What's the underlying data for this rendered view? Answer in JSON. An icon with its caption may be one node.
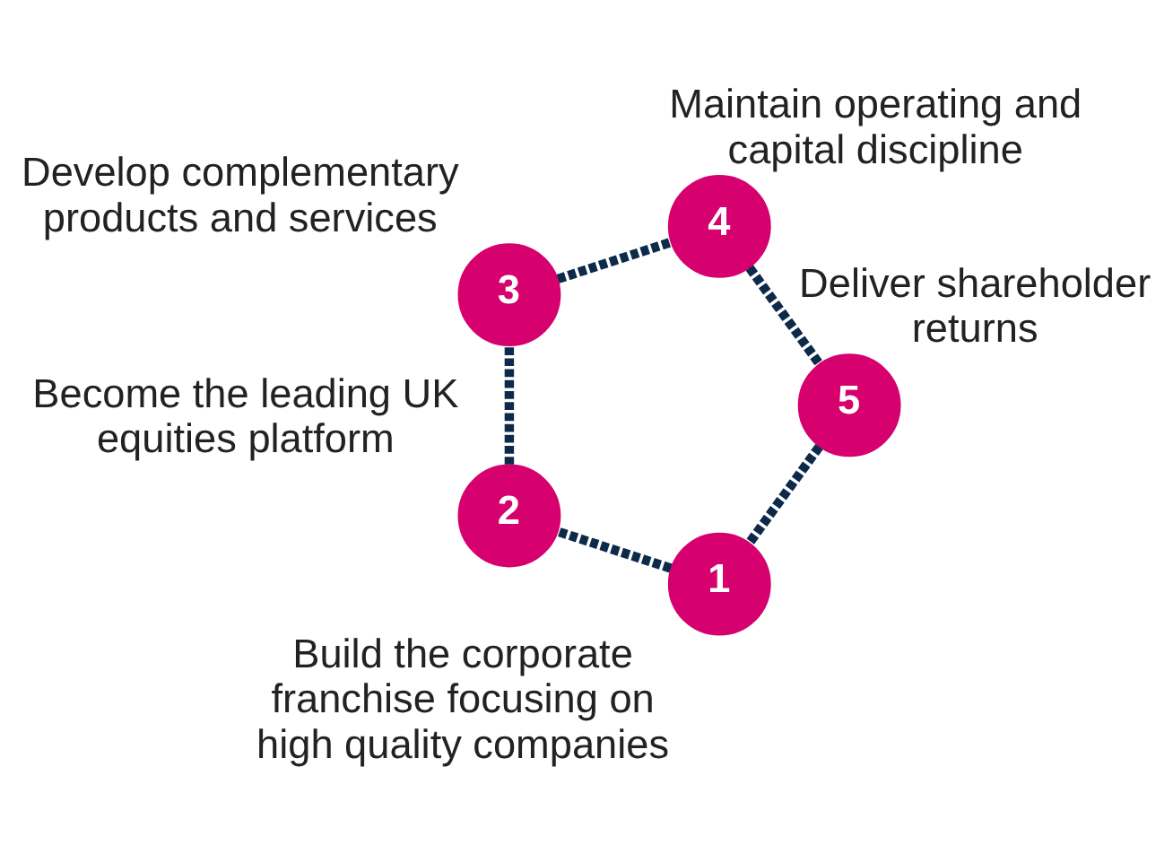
{
  "diagram": {
    "nodes": [
      {
        "text": [
          "1"
        ],
        "beside": [
          "Build the corporate franchise focusing on high quality companies"
        ]
      },
      {
        "text": [
          "2"
        ],
        "beside": [
          "Become the leading UK equities platform"
        ]
      },
      {
        "text": [
          "3"
        ],
        "beside": [
          "Develop complementary products and services"
        ]
      },
      {
        "text": [
          "4"
        ],
        "beside": [
          "Maintain operating and capital discipline"
        ]
      },
      {
        "text": [
          "5"
        ],
        "beside": [
          "Deliver shareholder returns"
        ]
      }
    ],
    "edges": [
      {
        "from": 0,
        "to": 1,
        "arrow": "none",
        "style": "dashed"
      },
      {
        "from": 1,
        "to": 2,
        "arrow": "none",
        "style": "dashed"
      },
      {
        "from": 2,
        "to": 3,
        "arrow": "none",
        "style": "dashed"
      },
      {
        "from": 3,
        "to": 4,
        "arrow": "none",
        "style": "dashed"
      },
      {
        "from": 4,
        "to": 0,
        "arrow": "none",
        "style": "dashed"
      }
    ]
  }
}
